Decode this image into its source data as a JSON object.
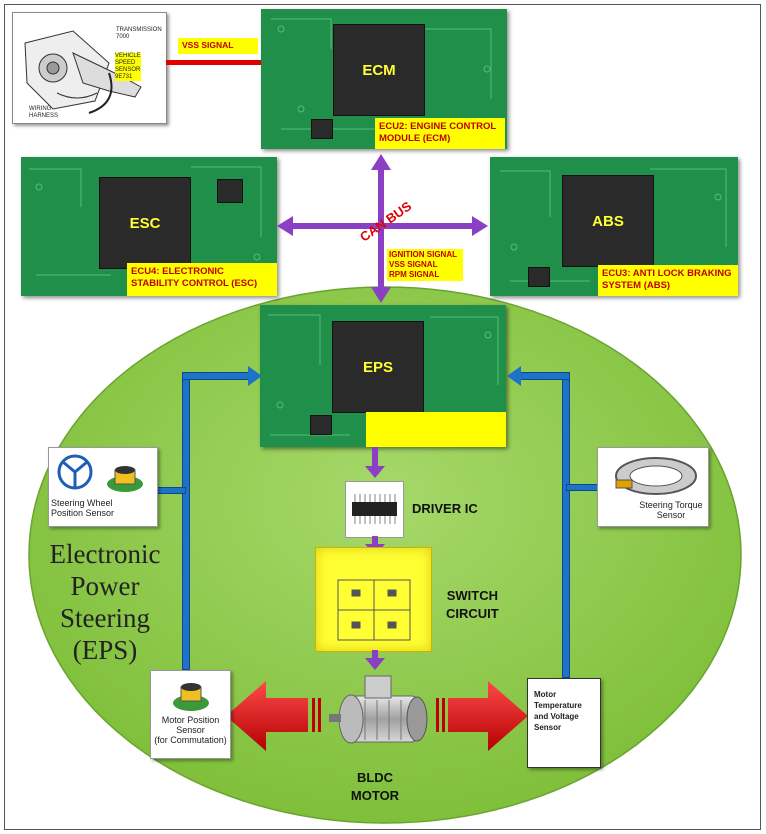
{
  "transmission": {
    "callouts": [
      "TRANSMISSION\n7000",
      "VEHICLE\nSPEED\nSENSOR\n9E731",
      "WIRING\nHARNESS"
    ]
  },
  "signals": {
    "vss": "VSS SIGNAL",
    "can_bus": "CAN BUS",
    "to_eps": [
      "IGNITION SIGNAL",
      "VSS SIGNAL",
      "RPM SIGNAL"
    ]
  },
  "ecm": {
    "chip_label": "ECM",
    "caption": "ECU2: ENGINE CONTROL MODULE (ECM)"
  },
  "esc": {
    "chip_label": "ESC",
    "caption": "ECU4: ELECTRONIC STABILITY CONTROL (ESC)"
  },
  "abs": {
    "chip_label": "ABS",
    "caption": "ECU3: ANTI LOCK BRAKING SYSTEM (ABS)"
  },
  "eps": {
    "chip_label": "EPS",
    "caption": ""
  },
  "system_title": [
    "Electronic",
    "Power",
    "Steering",
    "(EPS)"
  ],
  "blocks": {
    "driver_ic": "DRIVER IC",
    "switch_circuit": [
      "SWITCH",
      "CIRCUIT"
    ],
    "motor": [
      "BLDC",
      "MOTOR"
    ]
  },
  "sensors": {
    "steering_wheel": "Steering Wheel\nPosition Sensor",
    "steering_torque": "Steering Torque\nSensor",
    "motor_position": "Motor Position\nSensor\n(for Commutation)",
    "motor_temp": "Motor\nTemperature\nand Voltage\nSensor"
  },
  "colors": {
    "ellipse": "#8cc63f",
    "board": "#1f8f4a",
    "label_bg": "#ffff00",
    "label_text": "#c00000",
    "feedback_arrow": "#1e73c8",
    "bus_arrow": "#8a3fc4",
    "vss_arrow": "#e00000",
    "power_arrow": "#d40000"
  }
}
